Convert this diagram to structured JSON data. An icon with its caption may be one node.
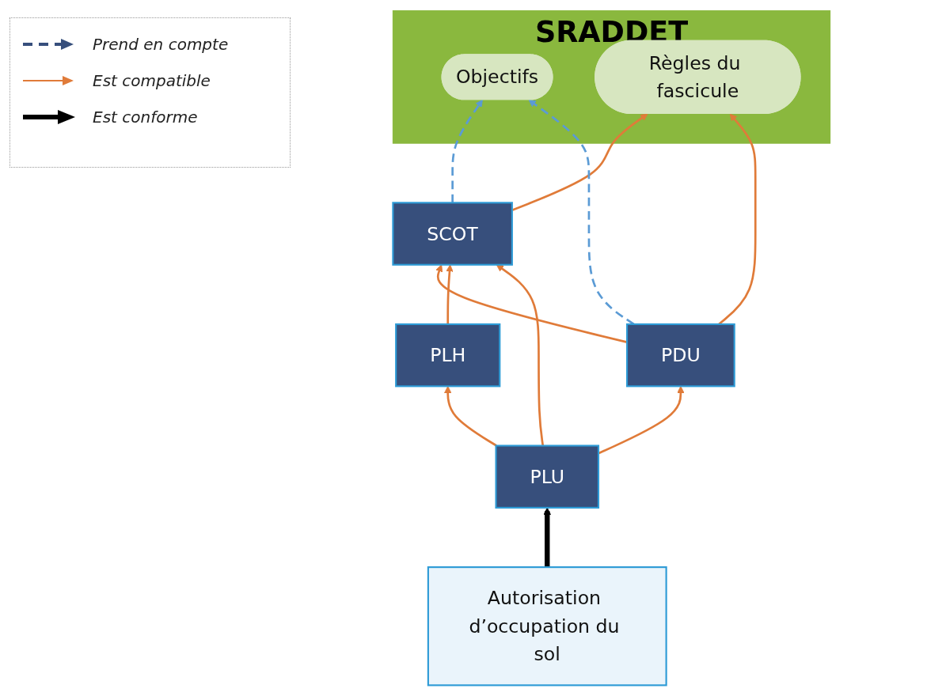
{
  "diagram": {
    "nodes": [
      {
        "text": [
          "SRADDET"
        ]
      },
      {
        "text": [
          "Objectifs"
        ],
        "in": 0
      },
      {
        "text": [
          "Règles du fascicule"
        ],
        "in": 0
      },
      {
        "text": [
          "SCOT"
        ]
      },
      {
        "text": [
          "PDU"
        ]
      },
      {
        "text": [
          "PLH"
        ]
      },
      {
        "text": [
          "PLU"
        ]
      },
      {
        "text": [
          "Autorisation d’occupation du sol"
        ]
      }
    ],
    "edges": [
      {
        "from": 3,
        "to": 1,
        "arrow": "to",
        "style": "dashed",
        "color": "#5b9bd5"
      },
      {
        "from": 3,
        "to": 2,
        "arrow": "to"
      },
      {
        "from": 4,
        "to": 1,
        "arrow": "to",
        "style": "dashed",
        "color": "#5b9bd5"
      },
      {
        "from": 4,
        "to": 2,
        "arrow": "to"
      },
      {
        "from": 4,
        "to": 3,
        "arrow": "to"
      },
      {
        "from": 5,
        "to": 3,
        "arrow": "to"
      },
      {
        "from": 6,
        "to": 3,
        "arrow": "to"
      },
      {
        "from": 6,
        "to": 4,
        "arrow": "to"
      },
      {
        "from": 6,
        "to": 5,
        "arrow": "to"
      },
      {
        "from": 7,
        "to": 6,
        "arrow": "to",
        "style": "thick",
        "color": "#000000"
      }
    ],
    "legend": [
      {
        "text": "Prend en compte"
      },
      {
        "text": "Est compatible"
      },
      {
        "text": "Est conforme"
      }
    ]
  }
}
